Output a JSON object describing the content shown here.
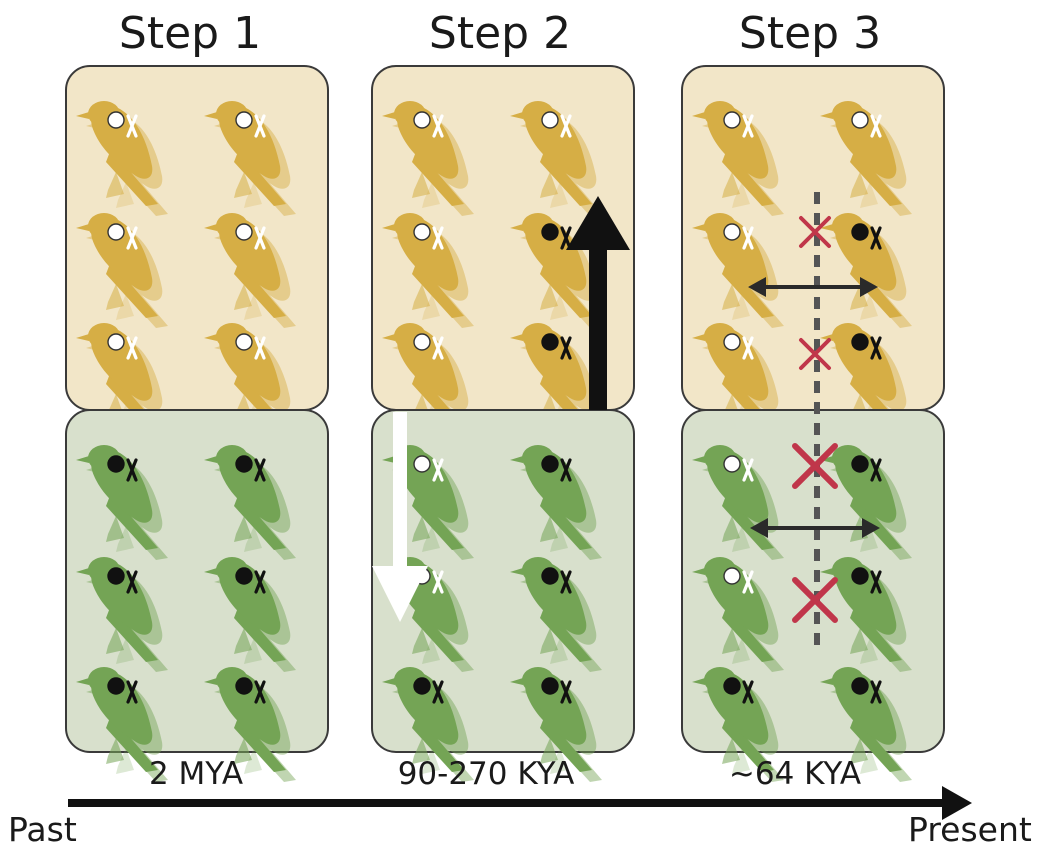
{
  "steps": [
    {
      "title": "Step 1",
      "time": "2 MYA"
    },
    {
      "title": "Step 2",
      "time": "90-270 KYA"
    },
    {
      "title": "Step 3",
      "time": "~64 KYA"
    }
  ],
  "timeline": {
    "start_label": "Past",
    "end_label": "Present"
  },
  "colors": {
    "yellow_panel": "#f2e6c8",
    "green_panel": "#d8e0cc",
    "yellow_bird": "#d6ae45",
    "green_bird": "#74a455",
    "cross_red": "#c0364a",
    "arrow_dark": "#2a2a2a"
  },
  "panels": [
    {
      "yellow": [
        "white",
        "white",
        "white",
        "white",
        "white",
        "white"
      ],
      "green": [
        "black",
        "black",
        "black",
        "black",
        "black",
        "black"
      ]
    },
    {
      "yellow": [
        "white",
        "white",
        "white",
        "black",
        "white",
        "black"
      ],
      "green": [
        "white",
        "black",
        "white",
        "black",
        "black",
        "black"
      ]
    },
    {
      "yellow": [
        "white",
        "white",
        "white",
        "black",
        "white",
        "black"
      ],
      "green": [
        "white",
        "black",
        "white",
        "black",
        "black",
        "black"
      ]
    }
  ]
}
